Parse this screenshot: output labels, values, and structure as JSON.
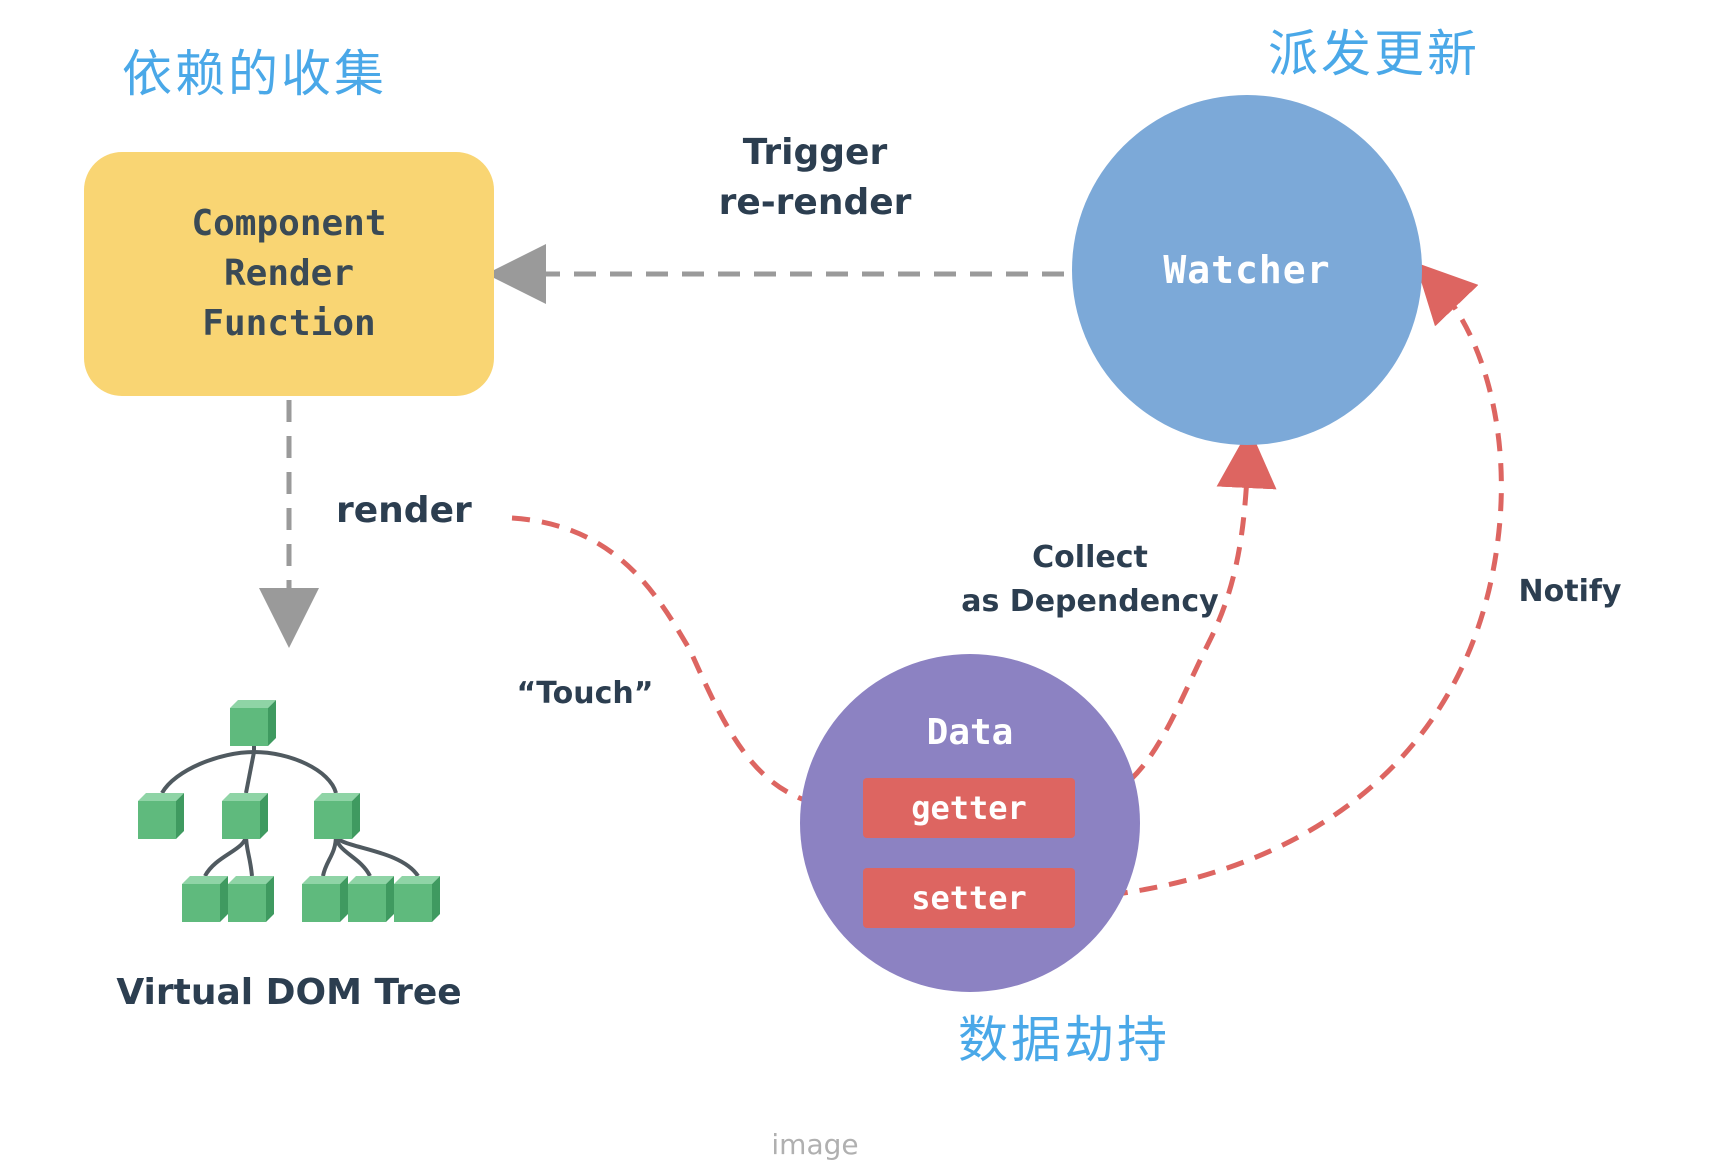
{
  "zh_titles": {
    "dependency_collection": "依赖的收集",
    "dispatch_update": "派发更新",
    "data_hijacking": "数据劫持"
  },
  "nodes": {
    "render_function": "Component\nRender\nFunction",
    "watcher": "Watcher",
    "data": "Data",
    "getter": "getter",
    "setter": "setter",
    "vdom_tree": "Virtual DOM Tree"
  },
  "edges": {
    "trigger_rerender": "Trigger\nre-render",
    "render": "render",
    "touch": "“Touch”",
    "collect_dependency": "Collect\nas Dependency",
    "notify": "Notify"
  },
  "caption": "image",
  "colors": {
    "zh_title": "#4aa8e8",
    "render_function_fill": "#f9d573",
    "watcher_fill": "#7ca9d8",
    "data_fill": "#8c82c2",
    "pill_fill": "#dd6561",
    "red_arrow": "#dd6561",
    "gray_arrow": "#9a9a9a",
    "tree_node": "#5fba7d",
    "label_text": "#2c3e50"
  }
}
